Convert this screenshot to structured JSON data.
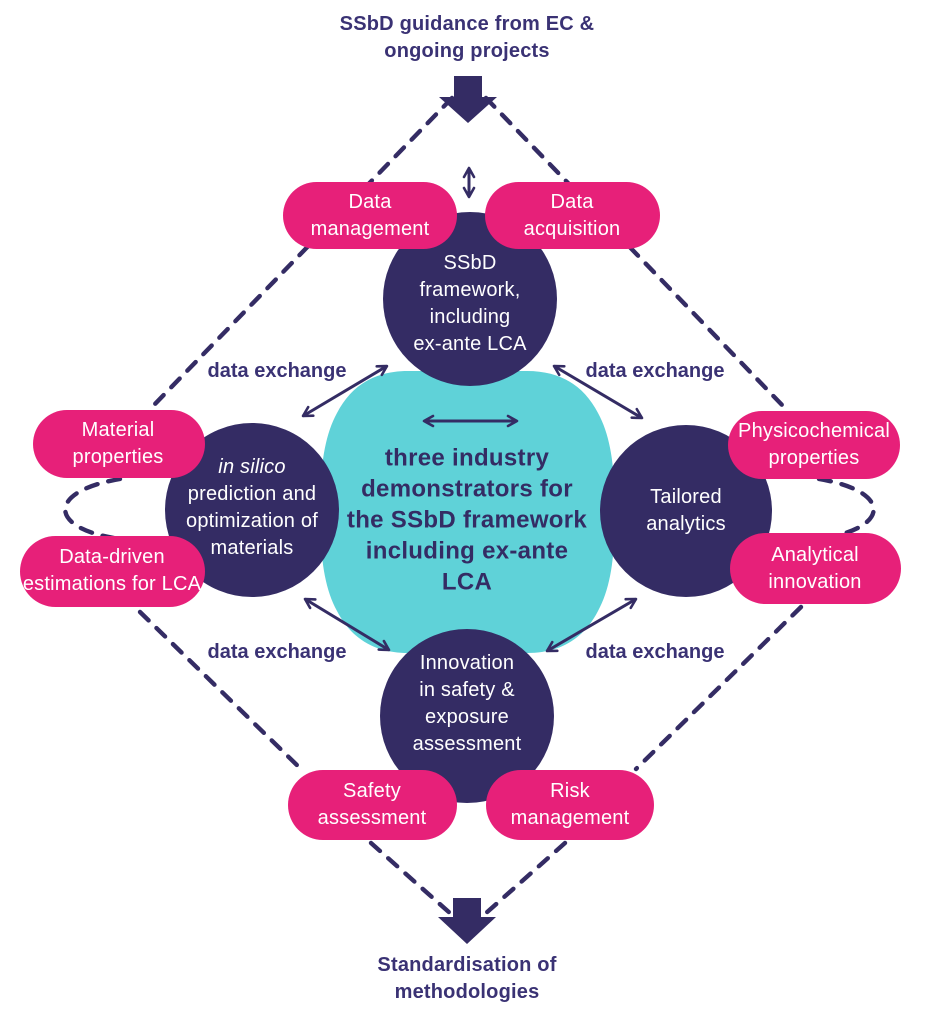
{
  "title_top": "SSbD guidance from EC &\nongoing projects",
  "title_bottom": "Standardisation of\nmethodologies",
  "hexagon": {
    "label": "three industry\ndemonstrators for\nthe SSbD framework\nincluding ex-ante\nLCA"
  },
  "circles": {
    "framework": "SSbD\nframework,\nincluding\nex-ante LCA",
    "insilico_italic": "in silico",
    "insilico_rest": "\nprediction and\noptimization of\nmaterials",
    "analytics": "Tailored\nanalytics",
    "innovation": "Innovation\nin safety &\nexposure\nassessment"
  },
  "pills": {
    "data_management": "Data\nmanagement",
    "data_acquisition": "Data\nacquisition",
    "material_properties": "Material\nproperties",
    "data_driven": "Data-driven\nestimations for LCA",
    "physicochemical": "Physicochemical\nproperties",
    "analytical": "Analytical\ninnovation",
    "safety": "Safety\nassessment",
    "risk": "Risk\nmanagement"
  },
  "labels": {
    "data_exchange": "data exchange"
  },
  "colors": {
    "navy": "#342C64",
    "text_navy": "#3A3274",
    "pink": "#E72079",
    "teal": "#5FD2D8",
    "white": "#FFFFFF"
  }
}
